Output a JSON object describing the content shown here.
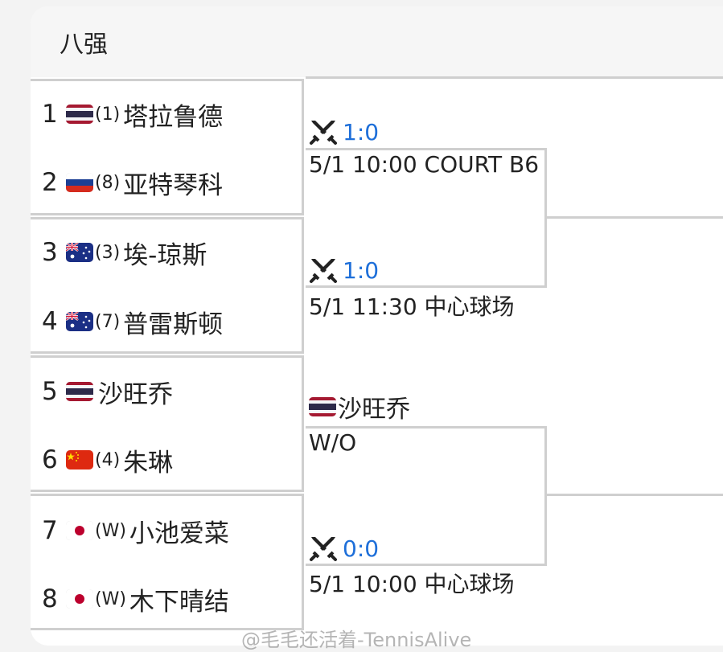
{
  "round": {
    "title": "八强"
  },
  "players": [
    {
      "num": "1",
      "flag": "thailand",
      "seed": "(1)",
      "name": "塔拉鲁德"
    },
    {
      "num": "2",
      "flag": "russia",
      "seed": "(8)",
      "name": "亚特琴科"
    },
    {
      "num": "3",
      "flag": "australia",
      "seed": "(3)",
      "name": "埃-琼斯"
    },
    {
      "num": "4",
      "flag": "australia",
      "seed": "(7)",
      "name": "普雷斯顿"
    },
    {
      "num": "5",
      "flag": "thailand",
      "seed": "",
      "name": "沙旺乔"
    },
    {
      "num": "6",
      "flag": "china",
      "seed": "(4)",
      "name": "朱琳"
    },
    {
      "num": "7",
      "flag": "japan",
      "seed": "(W)",
      "name": "小池爱菜"
    },
    {
      "num": "8",
      "flag": "japan",
      "seed": "(W)",
      "name": "木下晴结"
    }
  ],
  "matches": [
    {
      "score_top": "1:0",
      "schedule": "5/1 10:00 COURT B6",
      "icon": "crossed-swords-icon"
    },
    {
      "score_top": "1:0",
      "schedule": "5/1 11:30 中心球场",
      "icon": "crossed-swords-icon"
    },
    {
      "winner_flag": "thailand",
      "winner_name": "沙旺乔",
      "schedule": "W/O"
    },
    {
      "score_top": "0:0",
      "schedule": "5/1 10:00 中心球场",
      "icon": "crossed-swords-icon"
    }
  ],
  "colors": {
    "score": "#1e6fd9",
    "line": "#cfcfcf"
  },
  "watermark": "@毛毛还活着-TennisAlive"
}
